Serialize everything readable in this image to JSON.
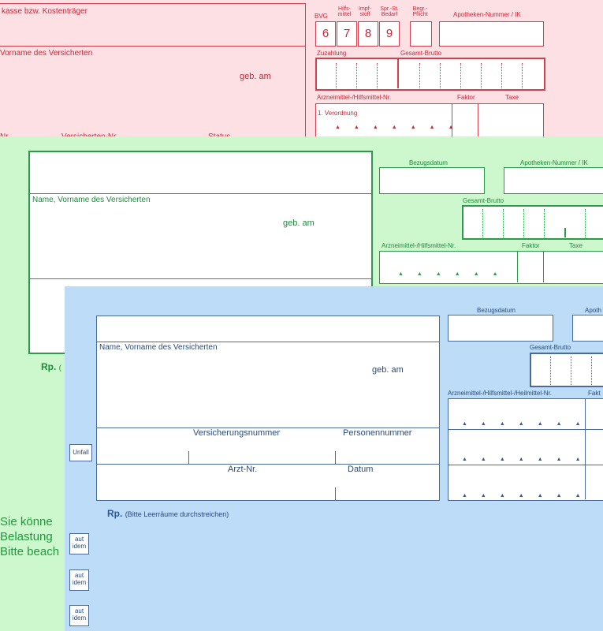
{
  "pink": {
    "kasse_label": "kasse bzw. Kostenträger",
    "name_label": "Vorname des Versicherten",
    "geb_label": "geb. am",
    "nr_label": "Nr.",
    "versichertennr_label": "Versicherten-Nr.",
    "status_label": "Status",
    "bvg_label": "BVG",
    "hilfsmittel_label": "Hilfs-mittel",
    "impfstoff_label": "Impf-stoff",
    "sprst_label": "Spr.-St. Bedarf",
    "begr_label": "Begr.-Pflicht",
    "apotheken_label": "Apotheken-Nummer / IK",
    "cells": [
      "6",
      "7",
      "8",
      "9"
    ],
    "zuzahlung_label": "Zuzahlung",
    "gesamt_label": "Gesamt-Brutto",
    "arznei_label": "Arzneimittel-/Hilfsmittel-Nr.",
    "faktor_label": "Faktor",
    "taxe_label": "Taxe",
    "verordnung_label": "1. Verordnung"
  },
  "green": {
    "name_label": "Name, Vorname des Versicherten",
    "geb_label": "geb. am",
    "bezugsdatum_label": "Bezugsdatum",
    "apotheken_label": "Apotheken-Nummer / IK",
    "gesamt_label": "Gesamt-Brutto",
    "arznei_label": "Arzneimittel-/Hilfsmittel-Nr.",
    "faktor_label": "Faktor",
    "taxe_label": "Taxe",
    "rp_label": "Rp.",
    "rp_hint": "(",
    "bottom_lines": [
      "Sie könne",
      "Belastung",
      "Bitte beach"
    ]
  },
  "blue": {
    "name_label": "Name, Vorname des Versicherten",
    "geb_label": "geb. am",
    "versicherungsnummer_label": "Versicherungsnummer",
    "personennummer_label": "Personennummer",
    "arztnr_label": "Arzt-Nr.",
    "datum_label": "Datum",
    "unfall_label": "Unfall",
    "bezugsdatum_label": "Bezugsdatum",
    "apotheken_label": "Apoth",
    "gesamt_label": "Gesamt-Brutto",
    "arznei_label": "Arzneimittel-/Hilfsmittel-/Heilmittel-Nr.",
    "faktor_label": "Fakt",
    "rp_label": "Rp.",
    "rp_hint": "(Bitte Leerräume durchstreichen)",
    "aut_idem": [
      "aut idem",
      "aut idem",
      "aut idem"
    ]
  }
}
